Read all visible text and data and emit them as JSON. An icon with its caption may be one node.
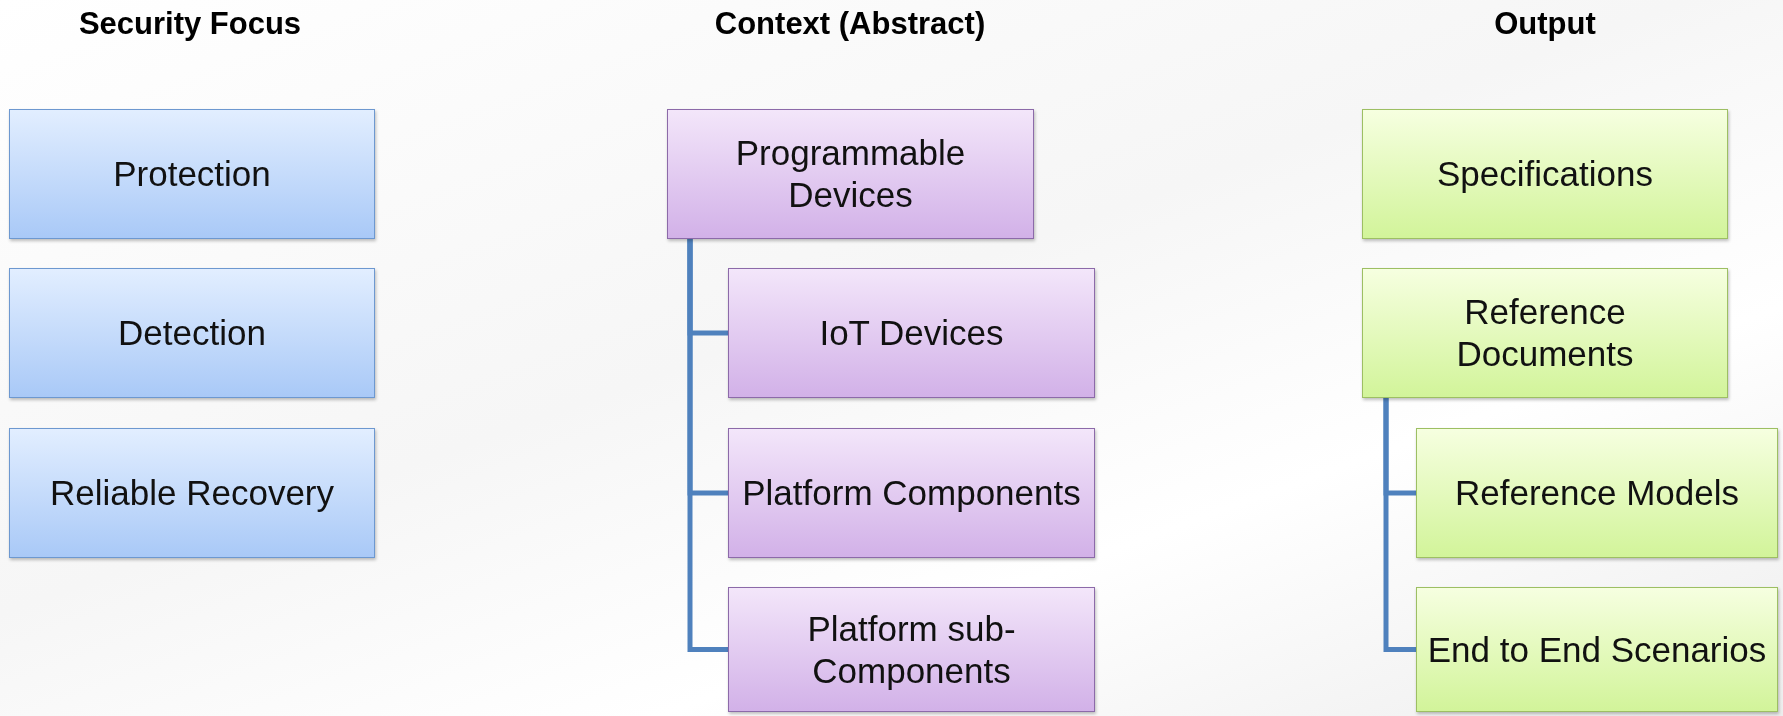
{
  "diagram": {
    "nodes": [
      {
        "text": [
          "Protection"
        ]
      },
      {
        "text": [
          "Detection"
        ]
      },
      {
        "text": [
          "Reliable Recovery"
        ]
      },
      {
        "text": [
          "Programmable Devices"
        ]
      },
      {
        "text": [
          "IoT Devices"
        ]
      },
      {
        "text": [
          "Platform Components"
        ]
      },
      {
        "text": [
          "Platform sub-Components"
        ]
      },
      {
        "text": [
          "Specifications"
        ]
      },
      {
        "text": [
          "Reference Documents"
        ]
      },
      {
        "text": [
          "Reference Models"
        ]
      },
      {
        "text": [
          "End to End Scenarios"
        ]
      }
    ],
    "edges": [
      {
        "from": 3,
        "to": 4,
        "arrow": "none"
      },
      {
        "from": 3,
        "to": 5,
        "arrow": "none"
      },
      {
        "from": 3,
        "to": 6,
        "arrow": "none"
      },
      {
        "from": 8,
        "to": 9,
        "arrow": "none"
      },
      {
        "from": 8,
        "to": 10,
        "arrow": "none"
      }
    ],
    "labels": [
      "Security Focus",
      "Context (Abstract)",
      "Output"
    ]
  }
}
